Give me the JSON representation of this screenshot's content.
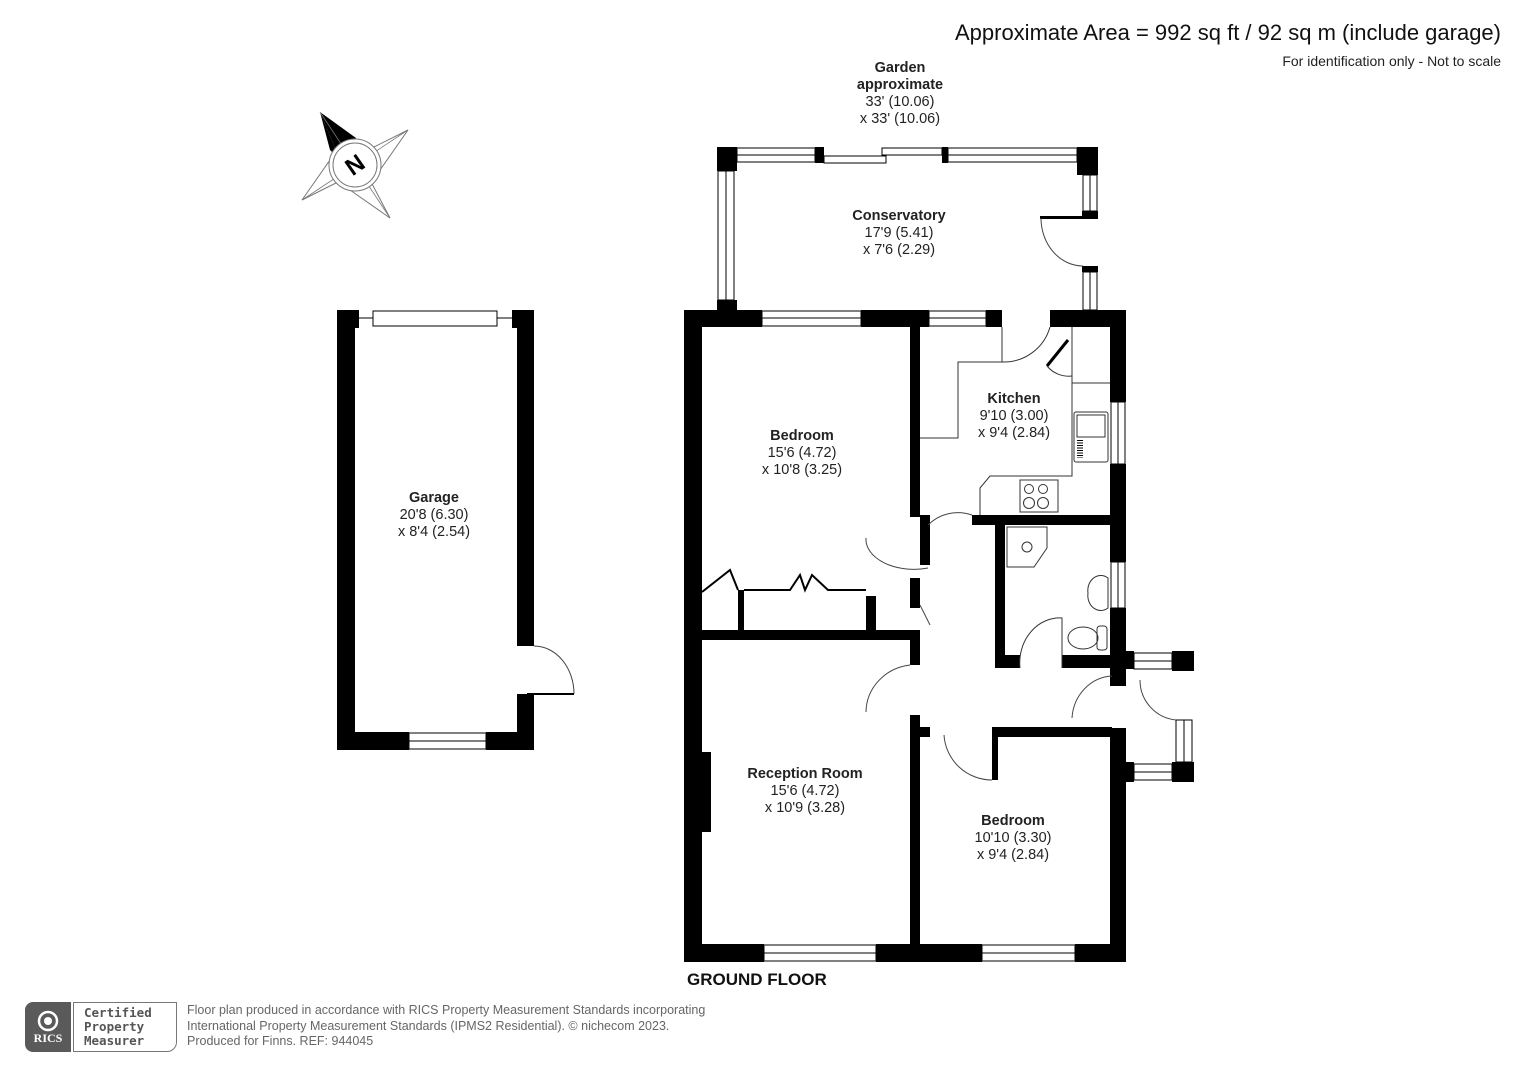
{
  "header": {
    "area_title": "Approximate Area = 992 sq ft / 92 sq m (include garage)",
    "subtitle": "For identification only - Not to scale"
  },
  "compass": {
    "icon": "north-compass-icon",
    "letter": "N"
  },
  "rooms": {
    "garden": {
      "name": "Garden",
      "name2": "approximate",
      "dim1": "33' (10.06)",
      "dim2": "x 33' (10.06)"
    },
    "conservatory": {
      "name": "Conservatory",
      "dim1": "17'9 (5.41)",
      "dim2": "x 7'6 (2.29)"
    },
    "garage": {
      "name": "Garage",
      "dim1": "20'8 (6.30)",
      "dim2": "x 8'4 (2.54)"
    },
    "bedroom1": {
      "name": "Bedroom",
      "dim1": "15'6 (4.72)",
      "dim2": "x 10'8 (3.25)"
    },
    "kitchen": {
      "name": "Kitchen",
      "dim1": "9'10 (3.00)",
      "dim2": "x 9'4 (2.84)"
    },
    "reception": {
      "name": "Reception Room",
      "dim1": "15'6 (4.72)",
      "dim2": "x 10'9 (3.28)"
    },
    "bedroom2": {
      "name": "Bedroom",
      "dim1": "10'10 (3.30)",
      "dim2": "x 9'4 (2.84)"
    }
  },
  "floor_label": "GROUND FLOOR",
  "footer": {
    "badge_brand": "RICS",
    "badge_text": "Certified\nProperty\nMeasurer",
    "line1": "Floor plan produced in accordance with RICS Property Measurement Standards incorporating",
    "line2": "International Property Measurement Standards (IPMS2 Residential).   © nichecom 2023.",
    "line3": "Produced for Finns.   REF:  944045"
  },
  "colors": {
    "wall": "#000000",
    "line": "#555555",
    "footer_text": "#666666",
    "badge_dark": "#5a5a5a"
  }
}
